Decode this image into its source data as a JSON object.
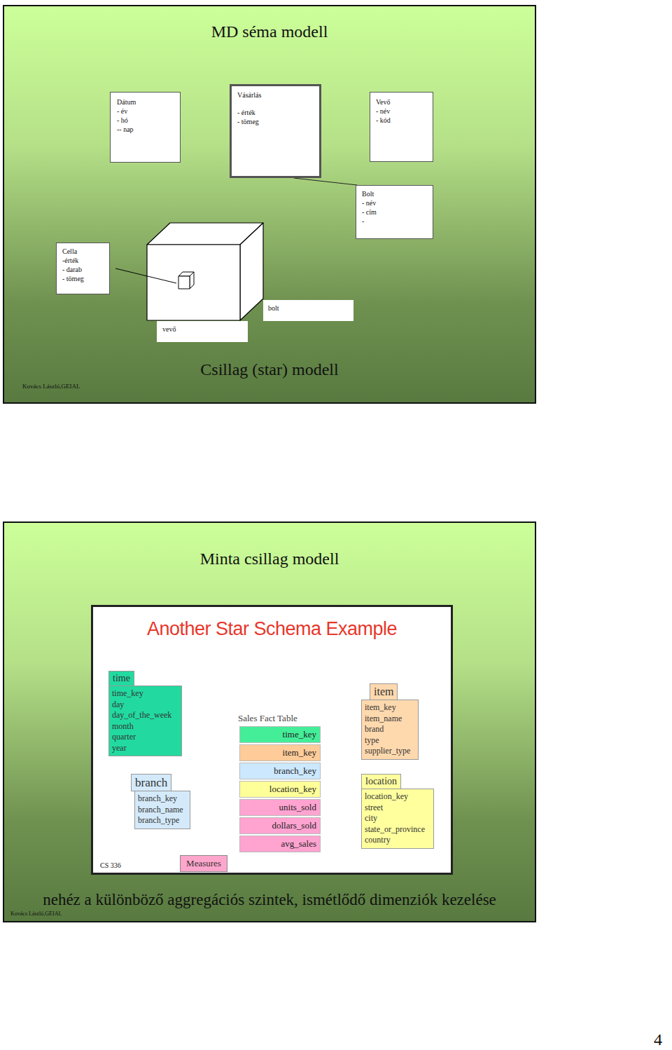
{
  "diagram": {
    "nodes": [
      {
        "text": [
          "MD séma modell",
          "Csillag (star) modell",
          "Kovács László,GEIAL"
        ]
      },
      {
        "text": [
          "Dátum",
          "- év",
          "- hó",
          "-- nap"
        ],
        "in": 0
      },
      {
        "text": [
          "Vásárlás",
          "- érték",
          "- tömeg"
        ],
        "in": 0
      },
      {
        "text": [
          "Vevő",
          "- név",
          "- kód"
        ],
        "in": 0
      },
      {
        "text": [
          "Bolt",
          "- név",
          "- cím",
          "-"
        ],
        "in": 0
      },
      {
        "text": [
          "Cella",
          "-érték",
          "- darab",
          "- tömeg"
        ],
        "in": 0
      },
      {
        "text": [
          "bolt"
        ],
        "in": 0
      },
      {
        "text": [
          "vevő"
        ],
        "in": 0
      },
      {
        "text": [
          "Minta csillag modell",
          "nehéz a különböző aggregációs szintek, ismétlődő dimenziók kezelése",
          "Kovács László,GEIAL"
        ]
      },
      {
        "text": [
          "Another Star Schema Example",
          "CS 336"
        ],
        "in": 8
      },
      {
        "text": [
          "time",
          "time_key",
          "day",
          "day_of_the_week",
          "month",
          "quarter",
          "year"
        ],
        "in": 9
      },
      {
        "text": [
          "Sales Fact Table",
          "time_key",
          "item_key",
          "branch_key",
          "location_key",
          "units_sold",
          "dollars_sold",
          "avg_sales"
        ],
        "in": 9
      },
      {
        "text": [
          "item",
          "item_key",
          "item_name",
          "brand",
          "type",
          "supplier_type"
        ],
        "in": 9
      },
      {
        "text": [
          "branch",
          "branch_key",
          "branch_name",
          "branch_type"
        ],
        "in": 9
      },
      {
        "text": [
          "location",
          "location_key",
          "street",
          "city",
          "state_or_province",
          "country"
        ],
        "in": 9
      },
      {
        "text": [
          "Measures"
        ],
        "in": 9
      }
    ],
    "edges": [
      {
        "from": 2,
        "to": 4,
        "arrow": "none"
      },
      {
        "from": 11,
        "to": 10,
        "arrow": "to"
      },
      {
        "from": 11,
        "to": 12,
        "arrow": "to"
      },
      {
        "from": 11,
        "to": 13,
        "arrow": "to"
      },
      {
        "from": 11,
        "to": 14,
        "arrow": "to"
      },
      {
        "from": 15,
        "to": 11,
        "arrow": "none"
      },
      {
        "from": 15,
        "to": 11,
        "arrow": "none"
      },
      {
        "from": 15,
        "to": 11,
        "arrow": "none"
      }
    ],
    "labels": [
      "4"
    ]
  }
}
